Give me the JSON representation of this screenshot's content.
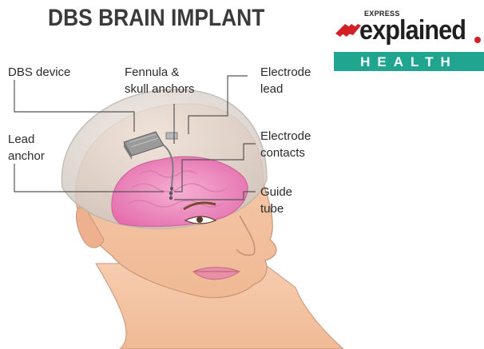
{
  "title": "DBS BRAIN IMPLANT",
  "brand": {
    "top_word": "EXPRESS",
    "main_word": "explained",
    "section": "HEALTH",
    "accent_color": "#d32027",
    "section_color": "#1fa590"
  },
  "labels": {
    "dbs_device": "DBS device",
    "fennula_line1": "Fennula &",
    "fennula_line2": "skull anchors",
    "electrode_lead_line1": "Electrode",
    "electrode_lead_line2": "lead",
    "lead_anchor_line1": "Lead",
    "lead_anchor_line2": "anchor",
    "electrode_contacts_line1": "Electrode",
    "electrode_contacts_line2": "contacts",
    "guide_tube_line1": "Guide",
    "guide_tube_line2": "tube"
  },
  "colors": {
    "skin": "#f4c5a2",
    "brain": "#ee8fc0",
    "skull_shell": "#d9d2cc",
    "leader_line": "#555555"
  }
}
